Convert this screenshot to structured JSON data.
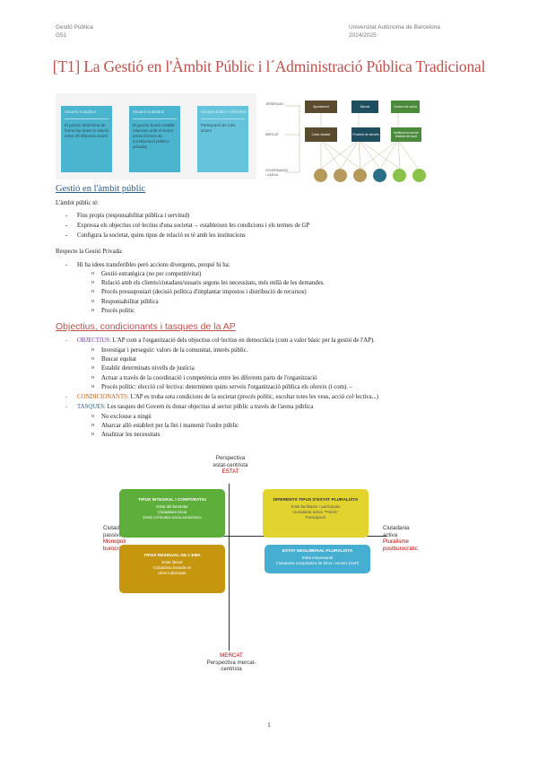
{
  "header": {
    "left_line1": "Gestió Pública",
    "left_line2": "G51",
    "right_line1": "Universitat Autònoma de Barcelona",
    "right_line2": "2024/2025"
  },
  "title": "[T1] La Gestió en l'Àmbit Públic i l´Administració Pública Tradicional",
  "top_boxes": [
    {
      "heading": "Usuaris ciutadans",
      "text": "El govern determina de forma top down le relació entre els diferents actors"
    },
    {
      "heading": "Usuaris ciutadans",
      "text": "El govern busca establir relacions amb el sector privat (formes de col·laboració público-privada)"
    },
    {
      "heading": "Usuaris actius / col·lectius",
      "text": "Participació de més actors"
    }
  ],
  "net_diagram": {
    "labels": [
      "JERÀRQUIC",
      "MERCAT",
      "GOVERNANCE / XARXA"
    ],
    "boxes": [
      "Ajuntament",
      "Mercat",
      "Govern de xarxa",
      "Cada ciutadà",
      "Provisió de serveis",
      "Institucions sense finalitat de lucre"
    ]
  },
  "section1": {
    "title": "Gestió en l'àmbit públic",
    "intro": "L'àmbit públic té:",
    "bullets": [
      "Fins propis (responsabilitat pública i servitud)",
      "Expressa els objectius col·lectius d'una societat→ estableixen les condicions i els termes de GP",
      "Configura la societat, quins tipus de relació es té amb les institucions"
    ],
    "intro2": "Respecte la Gestió Privada:",
    "bullet_main": "Hi ha idees transferibles però accions divergents, perquè hi ha:",
    "sub": [
      "Gestió estratègica (no per competitivitat)",
      "Relació amb els clients/ciutadans/usuaris segons les necessitats, més enllà de les demandes.",
      "Procés pressupostari (decisió política d'implantar impostos i distribució de recursos)",
      "Responsabilitat pública",
      "Procés polític"
    ]
  },
  "section2": {
    "title": "Objectius, condicionants i tasques de la AP",
    "obj_kw": "OBJECTIUS:",
    "obj_text": " L'AP com a l'organització dels objectius col·lectius en democràcia (com a valor bàsic per la gestió de l'AP).",
    "obj_sub": [
      "Investigar i perseguir: valors de la comunitat, interès públic.",
      "Buscar equitat",
      "Establir determinats nivells de justícia",
      "Actuar a través de la coordinació i competència entre les diferents parts de l'organització",
      "Procés polític: elecció col·lectiva: determinen quins serveis l'organització pública els ofereix (i com). –"
    ],
    "cond_kw": "CONDICIONANTS:",
    "cond_text": " L'AP es troba sota condicions de la societat (procés polític, escoltar totes les veus, acció col·lectiva...)",
    "tasq_kw": "TASQUES:",
    "tasq_text": " Les tasques del Govern és donar objectius al sector públic a través de l'arena pública",
    "tasq_sub": [
      "No exclouse a ningú",
      "Abarcar allò establert per la llei i mantenir l'ordre públic",
      "Analitzar les necessitats"
    ]
  },
  "quadrant": {
    "top_label1": "Perspectiva",
    "top_label2": "estat-centrista",
    "top_red": "ESTAT",
    "bottom_red": "MERCAT",
    "bottom_label": "Perspectiva mercat-centrista",
    "left_label1": "Ciutadania",
    "left_label2": "passiva",
    "left_red1": "Monopoli",
    "left_red2": "burocràtic",
    "right_label1": "Ciutadania",
    "right_label2": "activa",
    "right_red1": "Pluralisme",
    "right_red2": "postburocràtic",
    "q1_title": "TIPUS INTEGRAL I CORPORATIU",
    "q1_lines": [
      "Estat del benestar",
      "Ciutadania sòcia",
      "Drets col·lectius socio-econòmics"
    ],
    "q2_title": "DIFERENTS TIPUS D'ESTAT PLURALISTA",
    "q2_lines": [
      "Estat facilitador / participatiu",
      "Ciutadania activa \"Pràctic\"",
      "Participació"
    ],
    "q3_title": "TIPUS RESIDUAL DE L'EBK",
    "q3_lines": [
      "Estat liberal",
      "Ciutadania basada en",
      "drets individuals"
    ],
    "q4_title": "ESTAT NEOLIBERAL PLURALISTA",
    "q4_lines": [
      "Estat empresarial",
      "Ciutadania compradora de béns i serveis (GeP)"
    ]
  },
  "page_number": "1"
}
